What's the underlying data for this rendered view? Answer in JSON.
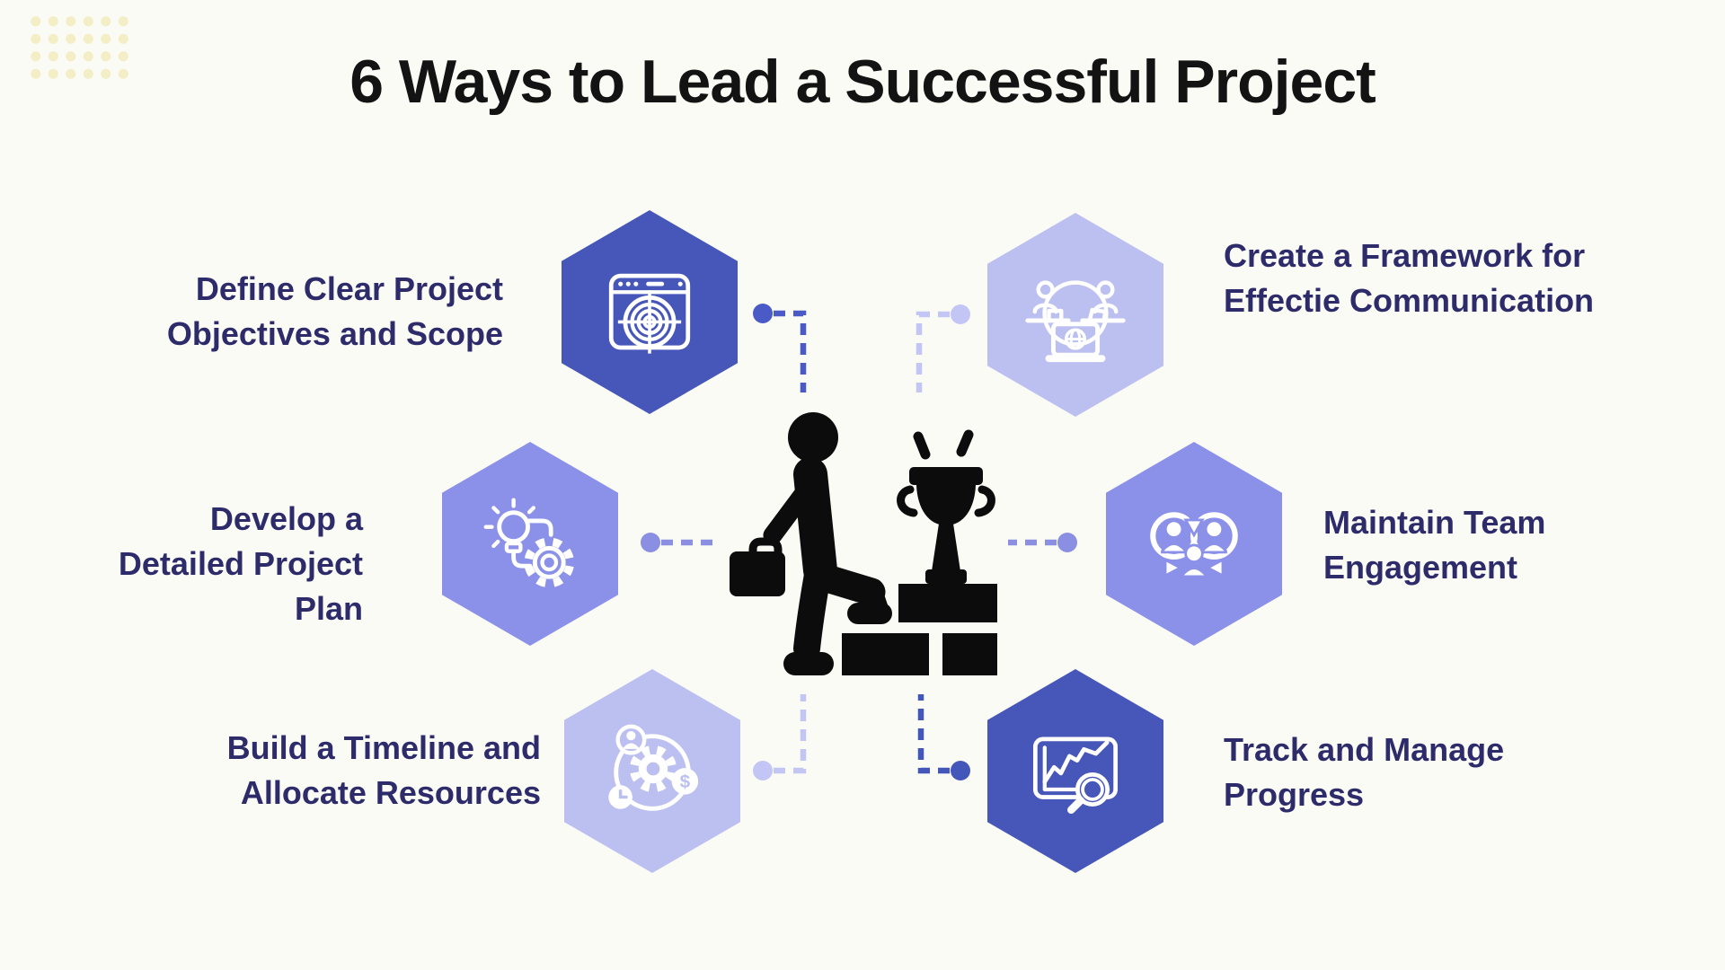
{
  "title": "6 Ways to Lead a Successful Project",
  "center_illustration": {
    "description": "Black silhouette of a person holding a briefcase climbing brick steps toward a trophy",
    "elements": [
      "person",
      "briefcase",
      "brick steps",
      "trophy"
    ]
  },
  "corner_decoration": "pale dot grid",
  "palette": {
    "background": "#fafbf5",
    "title_text": "#131313",
    "label_text": "#2e2b6b",
    "hexagon_dark": "#4656b9",
    "hexagon_medium": "#8b90e8",
    "hexagon_light": "#bcc0f0",
    "connector_blue": "#4a5ac6",
    "connector_medium": "#8a8fe2",
    "connector_light": "#c3c6f4",
    "connector_dark": "#4356ba",
    "figure_black": "#0c0c0c",
    "corner_dots": "#f4eec6",
    "icon_stroke": "#ffffff"
  },
  "items": [
    {
      "id": "define-objectives",
      "position": "top-left",
      "lines": [
        "Define Clear Project",
        "Objectives and Scope"
      ],
      "icon": "browser-target-icon",
      "hexagon_color": "#4656b9"
    },
    {
      "id": "communication-framework",
      "position": "top-right",
      "lines": [
        "Create a Framework for",
        "Effectie Communication"
      ],
      "icon": "online-meeting-icon",
      "hexagon_color": "#bcc0f0"
    },
    {
      "id": "detailed-plan",
      "position": "middle-left",
      "lines": [
        "Develop a",
        "Detailed Project",
        "Plan"
      ],
      "icon": "idea-gear-icon",
      "hexagon_color": "#8b90e8"
    },
    {
      "id": "team-engagement",
      "position": "middle-right",
      "lines": [
        "Maintain Team",
        "Engagement"
      ],
      "icon": "team-cycle-icon",
      "hexagon_color": "#8b90e8"
    },
    {
      "id": "timeline-resources",
      "position": "bottom-left",
      "lines": [
        "Build a Timeline and",
        "Allocate Resources"
      ],
      "icon": "resource-cycle-icon",
      "hexagon_color": "#bcc0f0"
    },
    {
      "id": "track-progress",
      "position": "bottom-right",
      "lines": [
        "Track and Manage",
        "Progress"
      ],
      "icon": "chart-magnifier-icon",
      "hexagon_color": "#4656b9"
    }
  ]
}
